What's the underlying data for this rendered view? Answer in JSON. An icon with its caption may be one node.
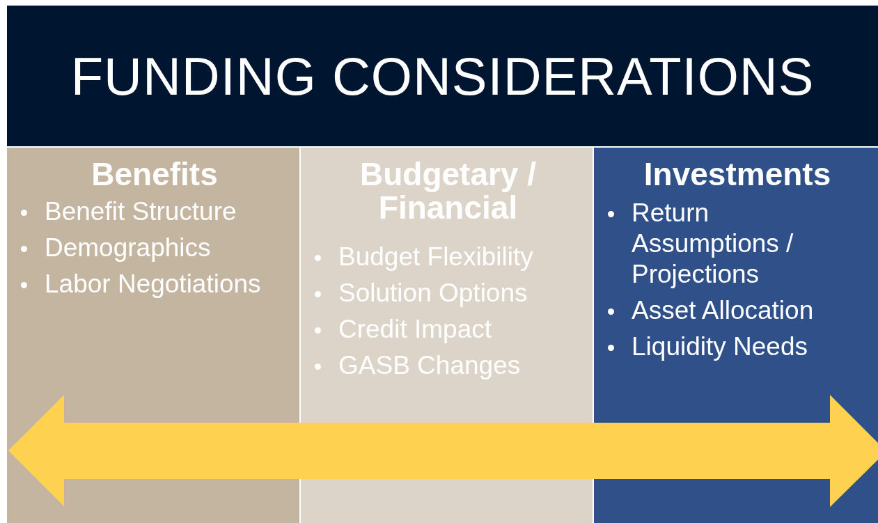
{
  "diagram": {
    "title": "FUNDING CONSIDERATIONS",
    "nodes": [
      {
        "text": [
          "Benefits",
          "Benefit Structure",
          "Demographics",
          "Labor Negotiations"
        ]
      },
      {
        "text": [
          "Budgetary / Financial",
          "Budget Flexibility",
          "Solution Options",
          "Credit Impact",
          "GASB Changes"
        ]
      },
      {
        "text": [
          "Investments",
          "Return Assumptions / Projections",
          "Asset Allocation",
          "Liquidity Needs"
        ]
      }
    ]
  }
}
